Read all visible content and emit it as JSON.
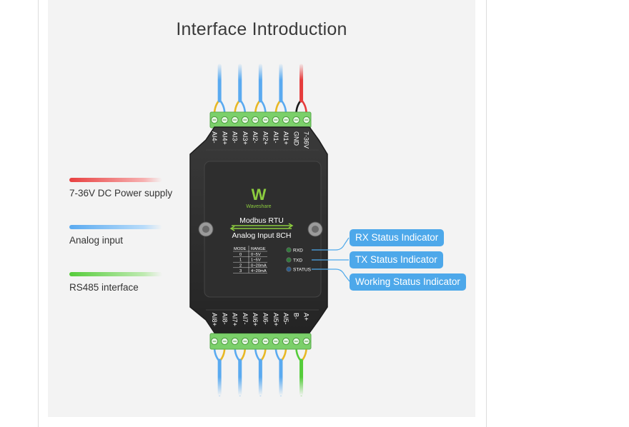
{
  "title": "Interface Introduction",
  "legend": [
    {
      "label": "7-36V DC Power supply",
      "color": "#e84040"
    },
    {
      "label": "Analog input",
      "color": "#5aaaf0"
    },
    {
      "label": "RS485 interface",
      "color": "#55cc3a"
    }
  ],
  "device": {
    "brand": "Waveshare",
    "logo_mark": "W",
    "protocol": "Modbus RTU",
    "product": "Analog Input 8CH",
    "top_terminals": [
      "AI4-",
      "AI4+",
      "AI3-",
      "AI3+",
      "AI2-",
      "AI2+",
      "AI1-",
      "AI1+",
      "GND",
      "7-36V"
    ],
    "bottom_terminals": [
      "AI8+",
      "AI8-",
      "AI7+",
      "AI7-",
      "AI6+",
      "AI6-",
      "AI5+",
      "AI5-",
      "B-",
      "A+"
    ],
    "mode_table": {
      "headers": [
        "MODE",
        "RANGE"
      ],
      "rows": [
        [
          "0",
          "0~5V"
        ],
        [
          "1",
          "1~5V"
        ],
        [
          "2",
          "0~20mA"
        ],
        [
          "3",
          "4~20mA"
        ]
      ]
    },
    "leds": [
      {
        "label": "RXD",
        "color": "#2f7d3a"
      },
      {
        "label": "TXD",
        "color": "#2f7d3a"
      },
      {
        "label": "STATUS",
        "color": "#2a5c8f"
      }
    ]
  },
  "callouts": {
    "rx": "RX Status Indicator",
    "tx": "TX Status Indicator",
    "status": "Working Status Indicator"
  },
  "colors": {
    "callout_bg": "#4da8ea",
    "terminal_green": "#7bd06a",
    "device_body": "#2b2b2b",
    "wire_blue": "#5aaaf0",
    "wire_yellow": "#e8b825",
    "wire_red": "#e63c3c",
    "wire_black": "#1a1a1a",
    "wire_green": "#55cc3a"
  }
}
